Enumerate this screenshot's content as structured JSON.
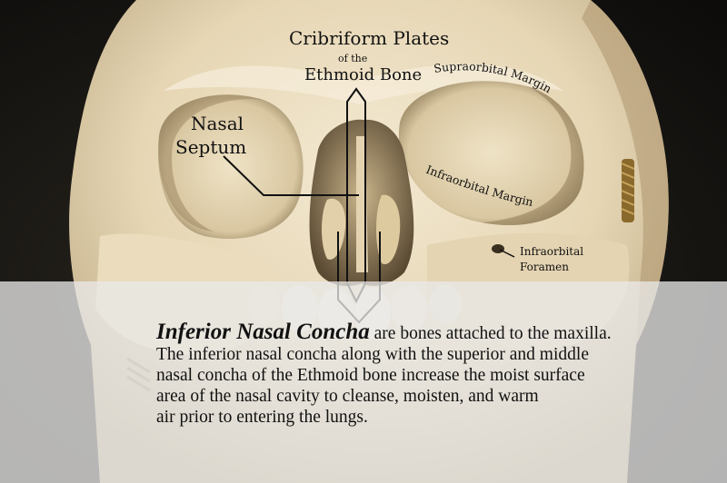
{
  "labels": {
    "cribriform_line1": "Cribriform Plates",
    "cribriform_line2": "of the",
    "cribriform_line3": "Ethmoid Bone",
    "nasal_septum_line1": "Nasal",
    "nasal_septum_line2": "Septum",
    "supraorbital_margin": "Supraorbital Margin",
    "infraorbital_margin": "Infraorbital Margin",
    "infraorbital_foramen_line1": "Infraorbital",
    "infraorbital_foramen_line2": "Foramen"
  },
  "description": {
    "term": "Inferior Nasal Concha",
    "line1_rest": " are bones attached to the maxilla.",
    "line2": "The inferior nasal concha along with the superior and middle",
    "line3": "nasal concha of the Ethmoid bone increase the moist surface",
    "line4": "area of the nasal cavity to cleanse, moisten, and warm",
    "line5": "air prior to entering the lungs."
  },
  "colors": {
    "bone": "#e9dcc0",
    "shadow": "#8a7a5c",
    "background": "#141210",
    "text": "#111111",
    "overlay": "#e8e8e8"
  }
}
